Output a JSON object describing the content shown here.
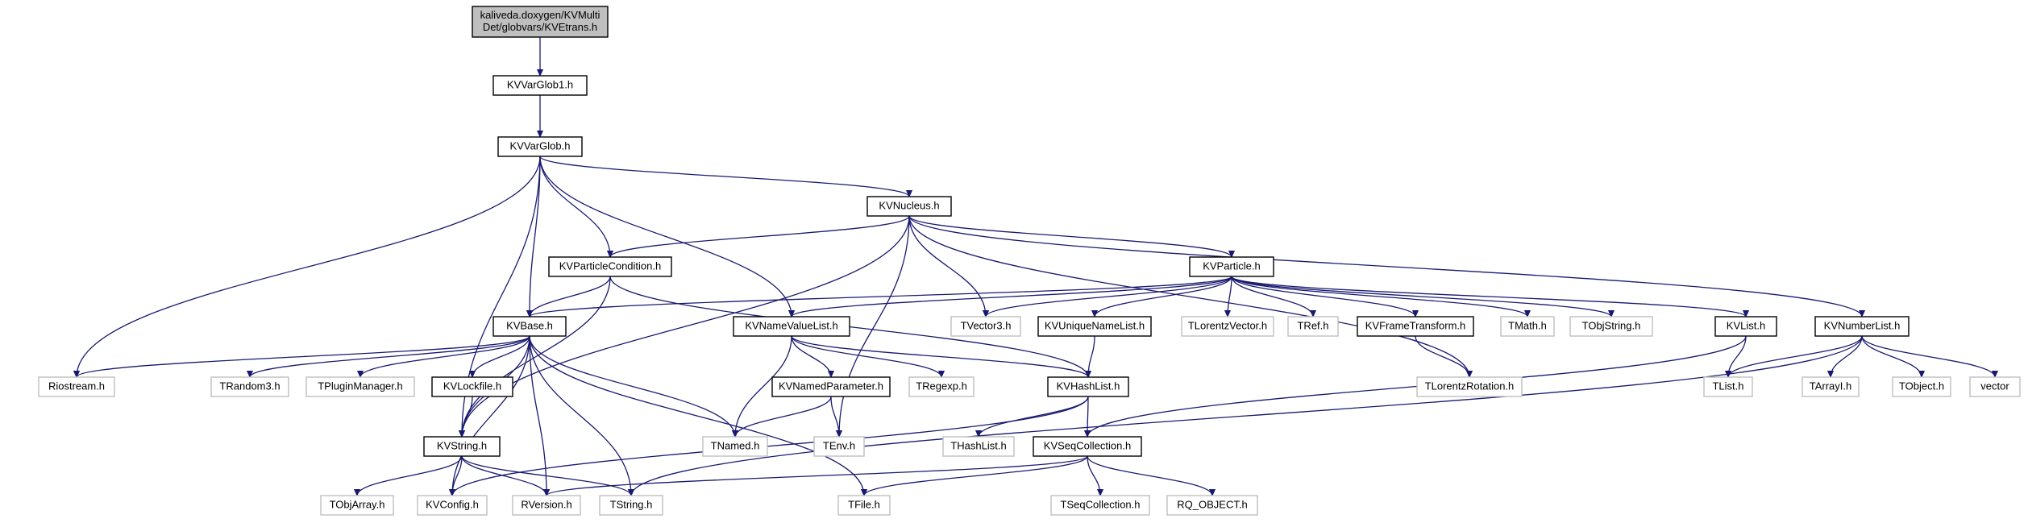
{
  "diagram": {
    "title": "",
    "colors": {
      "edge": "#191970",
      "local_border": "#000000",
      "external_border": "#bfbfbf",
      "root_fill": "#bfbfbf"
    },
    "nodes": [
      {
        "id": "root",
        "kind": "root",
        "lines": [
          "kaliveda.doxygen/KVMulti",
          "Det/globvars/KVEtrans.h"
        ]
      },
      {
        "id": "KVVarGlob1",
        "kind": "local",
        "lines": [
          "KVVarGlob1.h"
        ]
      },
      {
        "id": "KVVarGlob",
        "kind": "local",
        "lines": [
          "KVVarGlob.h"
        ]
      },
      {
        "id": "KVNucleus",
        "kind": "local",
        "lines": [
          "KVNucleus.h"
        ]
      },
      {
        "id": "KVParticleCondition",
        "kind": "local",
        "lines": [
          "KVParticleCondition.h"
        ]
      },
      {
        "id": "KVParticle",
        "kind": "local",
        "lines": [
          "KVParticle.h"
        ]
      },
      {
        "id": "KVBase",
        "kind": "local",
        "lines": [
          "KVBase.h"
        ]
      },
      {
        "id": "KVNameValueList",
        "kind": "local",
        "lines": [
          "KVNameValueList.h"
        ]
      },
      {
        "id": "TVector3",
        "kind": "external",
        "lines": [
          "TVector3.h"
        ]
      },
      {
        "id": "KVUniqueNameList",
        "kind": "local",
        "lines": [
          "KVUniqueNameList.h"
        ]
      },
      {
        "id": "TLorentzVector",
        "kind": "external",
        "lines": [
          "TLorentzVector.h"
        ]
      },
      {
        "id": "TRef",
        "kind": "external",
        "lines": [
          "TRef.h"
        ]
      },
      {
        "id": "KVFrameTransform",
        "kind": "local",
        "lines": [
          "KVFrameTransform.h"
        ]
      },
      {
        "id": "TMath",
        "kind": "external",
        "lines": [
          "TMath.h"
        ]
      },
      {
        "id": "TObjString",
        "kind": "external",
        "lines": [
          "TObjString.h"
        ]
      },
      {
        "id": "KVList",
        "kind": "local",
        "lines": [
          "KVList.h"
        ]
      },
      {
        "id": "KVNumberList",
        "kind": "local",
        "lines": [
          "KVNumberList.h"
        ]
      },
      {
        "id": "Riostream",
        "kind": "external",
        "lines": [
          "Riostream.h"
        ]
      },
      {
        "id": "TRandom3",
        "kind": "external",
        "lines": [
          "TRandom3.h"
        ]
      },
      {
        "id": "TPluginManager",
        "kind": "external",
        "lines": [
          "TPluginManager.h"
        ]
      },
      {
        "id": "KVLockfile",
        "kind": "local",
        "lines": [
          "KVLockfile.h"
        ]
      },
      {
        "id": "KVNamedParameter",
        "kind": "local",
        "lines": [
          "KVNamedParameter.h"
        ]
      },
      {
        "id": "TRegexp",
        "kind": "external",
        "lines": [
          "TRegexp.h"
        ]
      },
      {
        "id": "KVHashList",
        "kind": "local",
        "lines": [
          "KVHashList.h"
        ]
      },
      {
        "id": "TLorentzRotation",
        "kind": "external",
        "lines": [
          "TLorentzRotation.h"
        ]
      },
      {
        "id": "TList",
        "kind": "external",
        "lines": [
          "TList.h"
        ]
      },
      {
        "id": "TArrayI",
        "kind": "external",
        "lines": [
          "TArrayI.h"
        ]
      },
      {
        "id": "TObject",
        "kind": "external",
        "lines": [
          "TObject.h"
        ]
      },
      {
        "id": "vector",
        "kind": "external",
        "lines": [
          "vector"
        ]
      },
      {
        "id": "KVString",
        "kind": "local",
        "lines": [
          "KVString.h"
        ]
      },
      {
        "id": "TNamed",
        "kind": "external",
        "lines": [
          "TNamed.h"
        ]
      },
      {
        "id": "TEnv",
        "kind": "external",
        "lines": [
          "TEnv.h"
        ]
      },
      {
        "id": "THashList",
        "kind": "external",
        "lines": [
          "THashList.h"
        ]
      },
      {
        "id": "KVSeqCollection",
        "kind": "local",
        "lines": [
          "KVSeqCollection.h"
        ]
      },
      {
        "id": "TObjArray",
        "kind": "external",
        "lines": [
          "TObjArray.h"
        ]
      },
      {
        "id": "KVConfig",
        "kind": "external",
        "lines": [
          "KVConfig.h"
        ]
      },
      {
        "id": "RVersion",
        "kind": "external",
        "lines": [
          "RVersion.h"
        ]
      },
      {
        "id": "TString",
        "kind": "external",
        "lines": [
          "TString.h"
        ]
      },
      {
        "id": "TFile",
        "kind": "external",
        "lines": [
          "TFile.h"
        ]
      },
      {
        "id": "TSeqCollection",
        "kind": "external",
        "lines": [
          "TSeqCollection.h"
        ]
      },
      {
        "id": "RQ_OBJECT",
        "kind": "external",
        "lines": [
          "RQ_OBJECT.h"
        ]
      }
    ],
    "edges": [
      [
        "root",
        "KVVarGlob1"
      ],
      [
        "KVVarGlob1",
        "KVVarGlob"
      ],
      [
        "KVVarGlob",
        "KVNucleus"
      ],
      [
        "KVVarGlob",
        "KVParticleCondition"
      ],
      [
        "KVVarGlob",
        "KVBase"
      ],
      [
        "KVVarGlob",
        "KVNameValueList"
      ],
      [
        "KVVarGlob",
        "Riostream"
      ],
      [
        "KVVarGlob",
        "KVString"
      ],
      [
        "KVNucleus",
        "KVParticleCondition"
      ],
      [
        "KVNucleus",
        "KVParticle"
      ],
      [
        "KVNucleus",
        "TVector3"
      ],
      [
        "KVNucleus",
        "KVString"
      ],
      [
        "KVNucleus",
        "TEnv"
      ],
      [
        "KVNucleus",
        "TLorentzRotation"
      ],
      [
        "KVNucleus",
        "KVNumberList"
      ],
      [
        "KVParticleCondition",
        "KVBase"
      ],
      [
        "KVParticleCondition",
        "KVHashList"
      ],
      [
        "KVParticleCondition",
        "KVString"
      ],
      [
        "KVParticle",
        "KVBase"
      ],
      [
        "KVParticle",
        "KVNameValueList"
      ],
      [
        "KVParticle",
        "TVector3"
      ],
      [
        "KVParticle",
        "KVUniqueNameList"
      ],
      [
        "KVParticle",
        "TLorentzVector"
      ],
      [
        "KVParticle",
        "TRef"
      ],
      [
        "KVParticle",
        "KVFrameTransform"
      ],
      [
        "KVParticle",
        "TMath"
      ],
      [
        "KVParticle",
        "TObjString"
      ],
      [
        "KVParticle",
        "KVList"
      ],
      [
        "KVBase",
        "Riostream"
      ],
      [
        "KVBase",
        "TRandom3"
      ],
      [
        "KVBase",
        "TPluginManager"
      ],
      [
        "KVBase",
        "KVLockfile"
      ],
      [
        "KVBase",
        "TNamed"
      ],
      [
        "KVBase",
        "RVersion"
      ],
      [
        "KVBase",
        "TString"
      ],
      [
        "KVBase",
        "TFile"
      ],
      [
        "KVBase",
        "KVConfig"
      ],
      [
        "KVBase",
        "KVString"
      ],
      [
        "KVNameValueList",
        "KVNamedParameter"
      ],
      [
        "KVNameValueList",
        "TRegexp"
      ],
      [
        "KVNameValueList",
        "KVHashList"
      ],
      [
        "KVNameValueList",
        "TNamed"
      ],
      [
        "KVUniqueNameList",
        "KVHashList"
      ],
      [
        "KVFrameTransform",
        "TLorentzRotation"
      ],
      [
        "KVList",
        "TList"
      ],
      [
        "KVList",
        "KVSeqCollection"
      ],
      [
        "KVNumberList",
        "TList"
      ],
      [
        "KVNumberList",
        "TArrayI"
      ],
      [
        "KVNumberList",
        "TObject"
      ],
      [
        "KVNumberList",
        "vector"
      ],
      [
        "KVNumberList",
        "TString"
      ],
      [
        "KVLockfile",
        "KVString"
      ],
      [
        "KVNamedParameter",
        "TNamed"
      ],
      [
        "KVNamedParameter",
        "TEnv"
      ],
      [
        "KVHashList",
        "THashList"
      ],
      [
        "KVHashList",
        "KVSeqCollection"
      ],
      [
        "KVHashList",
        "KVConfig"
      ],
      [
        "KVString",
        "TObjArray"
      ],
      [
        "KVString",
        "KVConfig"
      ],
      [
        "KVString",
        "RVersion"
      ],
      [
        "KVString",
        "TString"
      ],
      [
        "KVSeqCollection",
        "RVersion"
      ],
      [
        "KVSeqCollection",
        "TFile"
      ],
      [
        "KVSeqCollection",
        "TSeqCollection"
      ],
      [
        "KVSeqCollection",
        "RQ_OBJECT"
      ]
    ]
  }
}
